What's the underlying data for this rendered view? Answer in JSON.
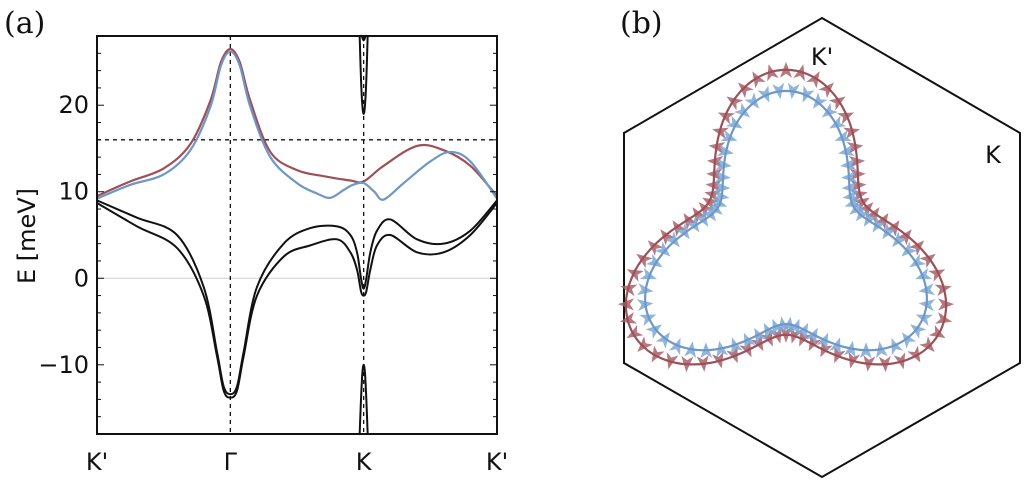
{
  "chart_data": [
    {
      "panel": "(a)",
      "type": "line",
      "ylabel": "E [meV]",
      "ylim": [
        -18,
        28
      ],
      "yticks": [
        "20",
        "10",
        "0",
        "−10"
      ],
      "ytick_values": [
        20,
        10,
        0,
        -10
      ],
      "xticks": [
        "K'",
        "Γ",
        "K",
        "K'"
      ],
      "xtick_positions": [
        0,
        1,
        2,
        3
      ],
      "xlim": [
        0,
        3
      ],
      "reference_lines": {
        "horizontal_dashed": 16,
        "zero_line": 0,
        "vertical_dashed": [
          1,
          2
        ]
      },
      "colors": {
        "upper": "#9c5057",
        "lower": "#6f97c6",
        "bands": "#111111"
      },
      "series": [
        {
          "style": "upper",
          "x": [
            0,
            0.25,
            0.5,
            0.7,
            0.85,
            0.93,
            1.0,
            1.07,
            1.15,
            1.3,
            1.5,
            1.7,
            1.9,
            2.0,
            2.15,
            2.4,
            2.6,
            2.8,
            3.0
          ],
          "y": [
            9.5,
            11.2,
            12.7,
            15.5,
            20.5,
            25.0,
            26.5,
            25.0,
            20.5,
            14.6,
            12.5,
            11.8,
            11.3,
            11.2,
            13.0,
            15.3,
            14.8,
            13.0,
            9.5
          ]
        },
        {
          "style": "lower",
          "x": [
            0,
            0.25,
            0.5,
            0.7,
            0.85,
            0.93,
            1.0,
            1.07,
            1.15,
            1.3,
            1.5,
            1.65,
            1.75,
            1.85,
            1.92,
            2.0,
            2.08,
            2.15,
            2.3,
            2.5,
            2.65,
            2.8,
            3.0
          ],
          "y": [
            9.2,
            10.8,
            12.0,
            14.8,
            19.8,
            24.6,
            26.2,
            24.6,
            19.8,
            14.0,
            11.0,
            9.8,
            9.3,
            10.2,
            10.8,
            11.0,
            10.0,
            9.1,
            11.0,
            13.5,
            14.6,
            13.5,
            9.2
          ]
        },
        {
          "style": "bands",
          "x": [
            0,
            0.3,
            0.6,
            0.8,
            0.9,
            0.95,
            1.0,
            1.05,
            1.1,
            1.2,
            1.4,
            1.6,
            1.8,
            1.9,
            1.95,
            1.98,
            2.0,
            2.02,
            2.05,
            2.1,
            2.2,
            2.4,
            2.6,
            2.8,
            3.0
          ],
          "y": [
            9.0,
            7.0,
            5.0,
            -1.0,
            -8.5,
            -12.5,
            -13.4,
            -12.5,
            -8.5,
            -1.0,
            4.0,
            5.8,
            6.0,
            5.0,
            3.0,
            0.0,
            -1.2,
            0.0,
            3.0,
            5.5,
            6.8,
            4.5,
            4.0,
            5.5,
            9.0
          ]
        },
        {
          "style": "bands",
          "x": [
            0,
            0.3,
            0.6,
            0.8,
            0.9,
            0.95,
            1.0,
            1.05,
            1.1,
            1.2,
            1.4,
            1.6,
            1.8,
            1.9,
            1.95,
            1.98,
            2.0,
            2.02,
            2.05,
            2.1,
            2.2,
            2.4,
            2.6,
            2.8,
            3.0
          ],
          "y": [
            8.7,
            6.0,
            3.5,
            -2.0,
            -9.0,
            -13.0,
            -13.8,
            -13.0,
            -9.0,
            -2.0,
            2.5,
            3.8,
            4.5,
            3.0,
            1.0,
            -1.5,
            -2.0,
            -1.5,
            1.0,
            3.8,
            5.0,
            3.0,
            3.0,
            5.0,
            8.7
          ]
        },
        {
          "style": "bands",
          "x": [
            1.97,
            1.98,
            1.99,
            2.0,
            2.01,
            2.02,
            2.03
          ],
          "y": [
            28.5,
            23.0,
            20.0,
            19.0,
            20.0,
            23.0,
            28.5
          ]
        },
        {
          "style": "bands",
          "x": [
            1.975,
            1.985,
            1.995,
            2.0,
            2.005,
            2.015,
            2.025
          ],
          "y": [
            28.5,
            28.0,
            27.6,
            27.5,
            27.6,
            28.0,
            28.5
          ]
        },
        {
          "style": "bands",
          "x": [
            1.97,
            1.98,
            1.99,
            2.0,
            2.01,
            2.02,
            2.03
          ],
          "y": [
            -18,
            -14.0,
            -11.0,
            -10.0,
            -11.0,
            -14.0,
            -18
          ]
        }
      ]
    },
    {
      "panel": "(b)",
      "type": "vector_field",
      "labels": {
        "top": "K'",
        "right": "K"
      },
      "contours": [
        {
          "style": "upper",
          "color": "#9c5057",
          "arrow_color": "#a8606a",
          "base_radius": 0.5,
          "lobe_amplitude": 0.33,
          "arrow_direction": "outward"
        },
        {
          "style": "lower",
          "color": "#6f97c6",
          "arrow_color": "#7ba8d6",
          "base_radius": 0.44,
          "lobe_amplitude": 0.33,
          "arrow_direction": "inward"
        }
      ]
    }
  ]
}
